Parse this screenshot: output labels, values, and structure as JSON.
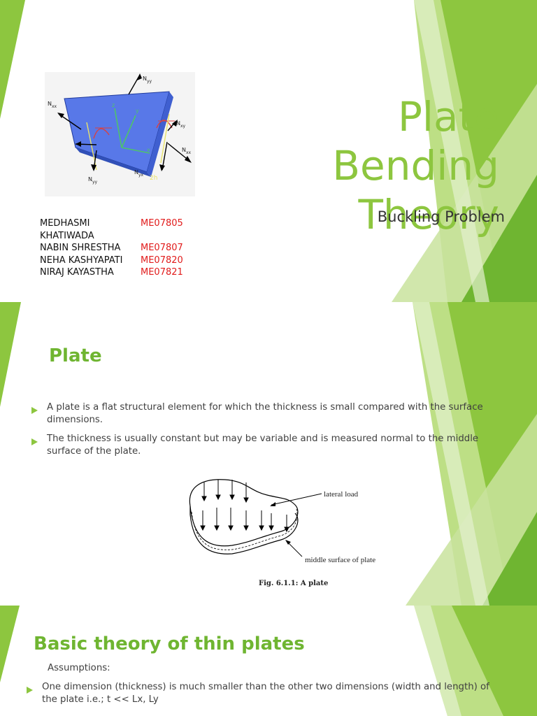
{
  "slide1": {
    "title_line1": "Plate Bending",
    "title_line2": "Theory",
    "subtitle": "Buckling Problem",
    "team": [
      {
        "name": "Medhasmi Khatiwada",
        "id": "ME07805"
      },
      {
        "name": "Nabin Shrestha",
        "id": "ME07807"
      },
      {
        "name": "Neha Kashyapati",
        "id": "ME07820"
      },
      {
        "name": "Niraj Kayastha",
        "id": "ME07821"
      }
    ],
    "figure_labels": {
      "nyy_top": "N",
      "nyy_top_sub": "yy",
      "nxx_left": "N",
      "nxx_left_sub": "xx",
      "nxy": "N",
      "nxy_sub": "xy",
      "nxx_right": "N",
      "nxx_right_sub": "xx",
      "nyx": "N",
      "nyx_sub": "yx",
      "nyy_bottom": "N",
      "nyy_bottom_sub": "yy",
      "thickness": "2h",
      "axis_z": "z",
      "axis_y": "y",
      "axis_x": "x"
    }
  },
  "slide2": {
    "title": "Plate",
    "bullets": [
      "A plate is a flat structural element for which the thickness is small compared with the surface dimensions.",
      "The thickness is usually constant but may be variable and is measured normal to the middle surface of the plate."
    ],
    "figure": {
      "label_lateral": "lateral load",
      "label_middle": "middle surface of plate",
      "caption": "Fig. 6.1.1: A plate"
    }
  },
  "slide3": {
    "title": "Basic theory of thin plates",
    "subheading": "Assumptions:",
    "bullets": [
      "One dimension (thickness) is much smaller than the other two dimensions (width and length) of the plate i.e.;  t << Lx, Ly"
    ]
  },
  "colors": {
    "accent_green": "#8dc63f",
    "dark_green": "#6fb531",
    "id_red": "#e11b1b",
    "plate_blue": "#5878e8"
  }
}
